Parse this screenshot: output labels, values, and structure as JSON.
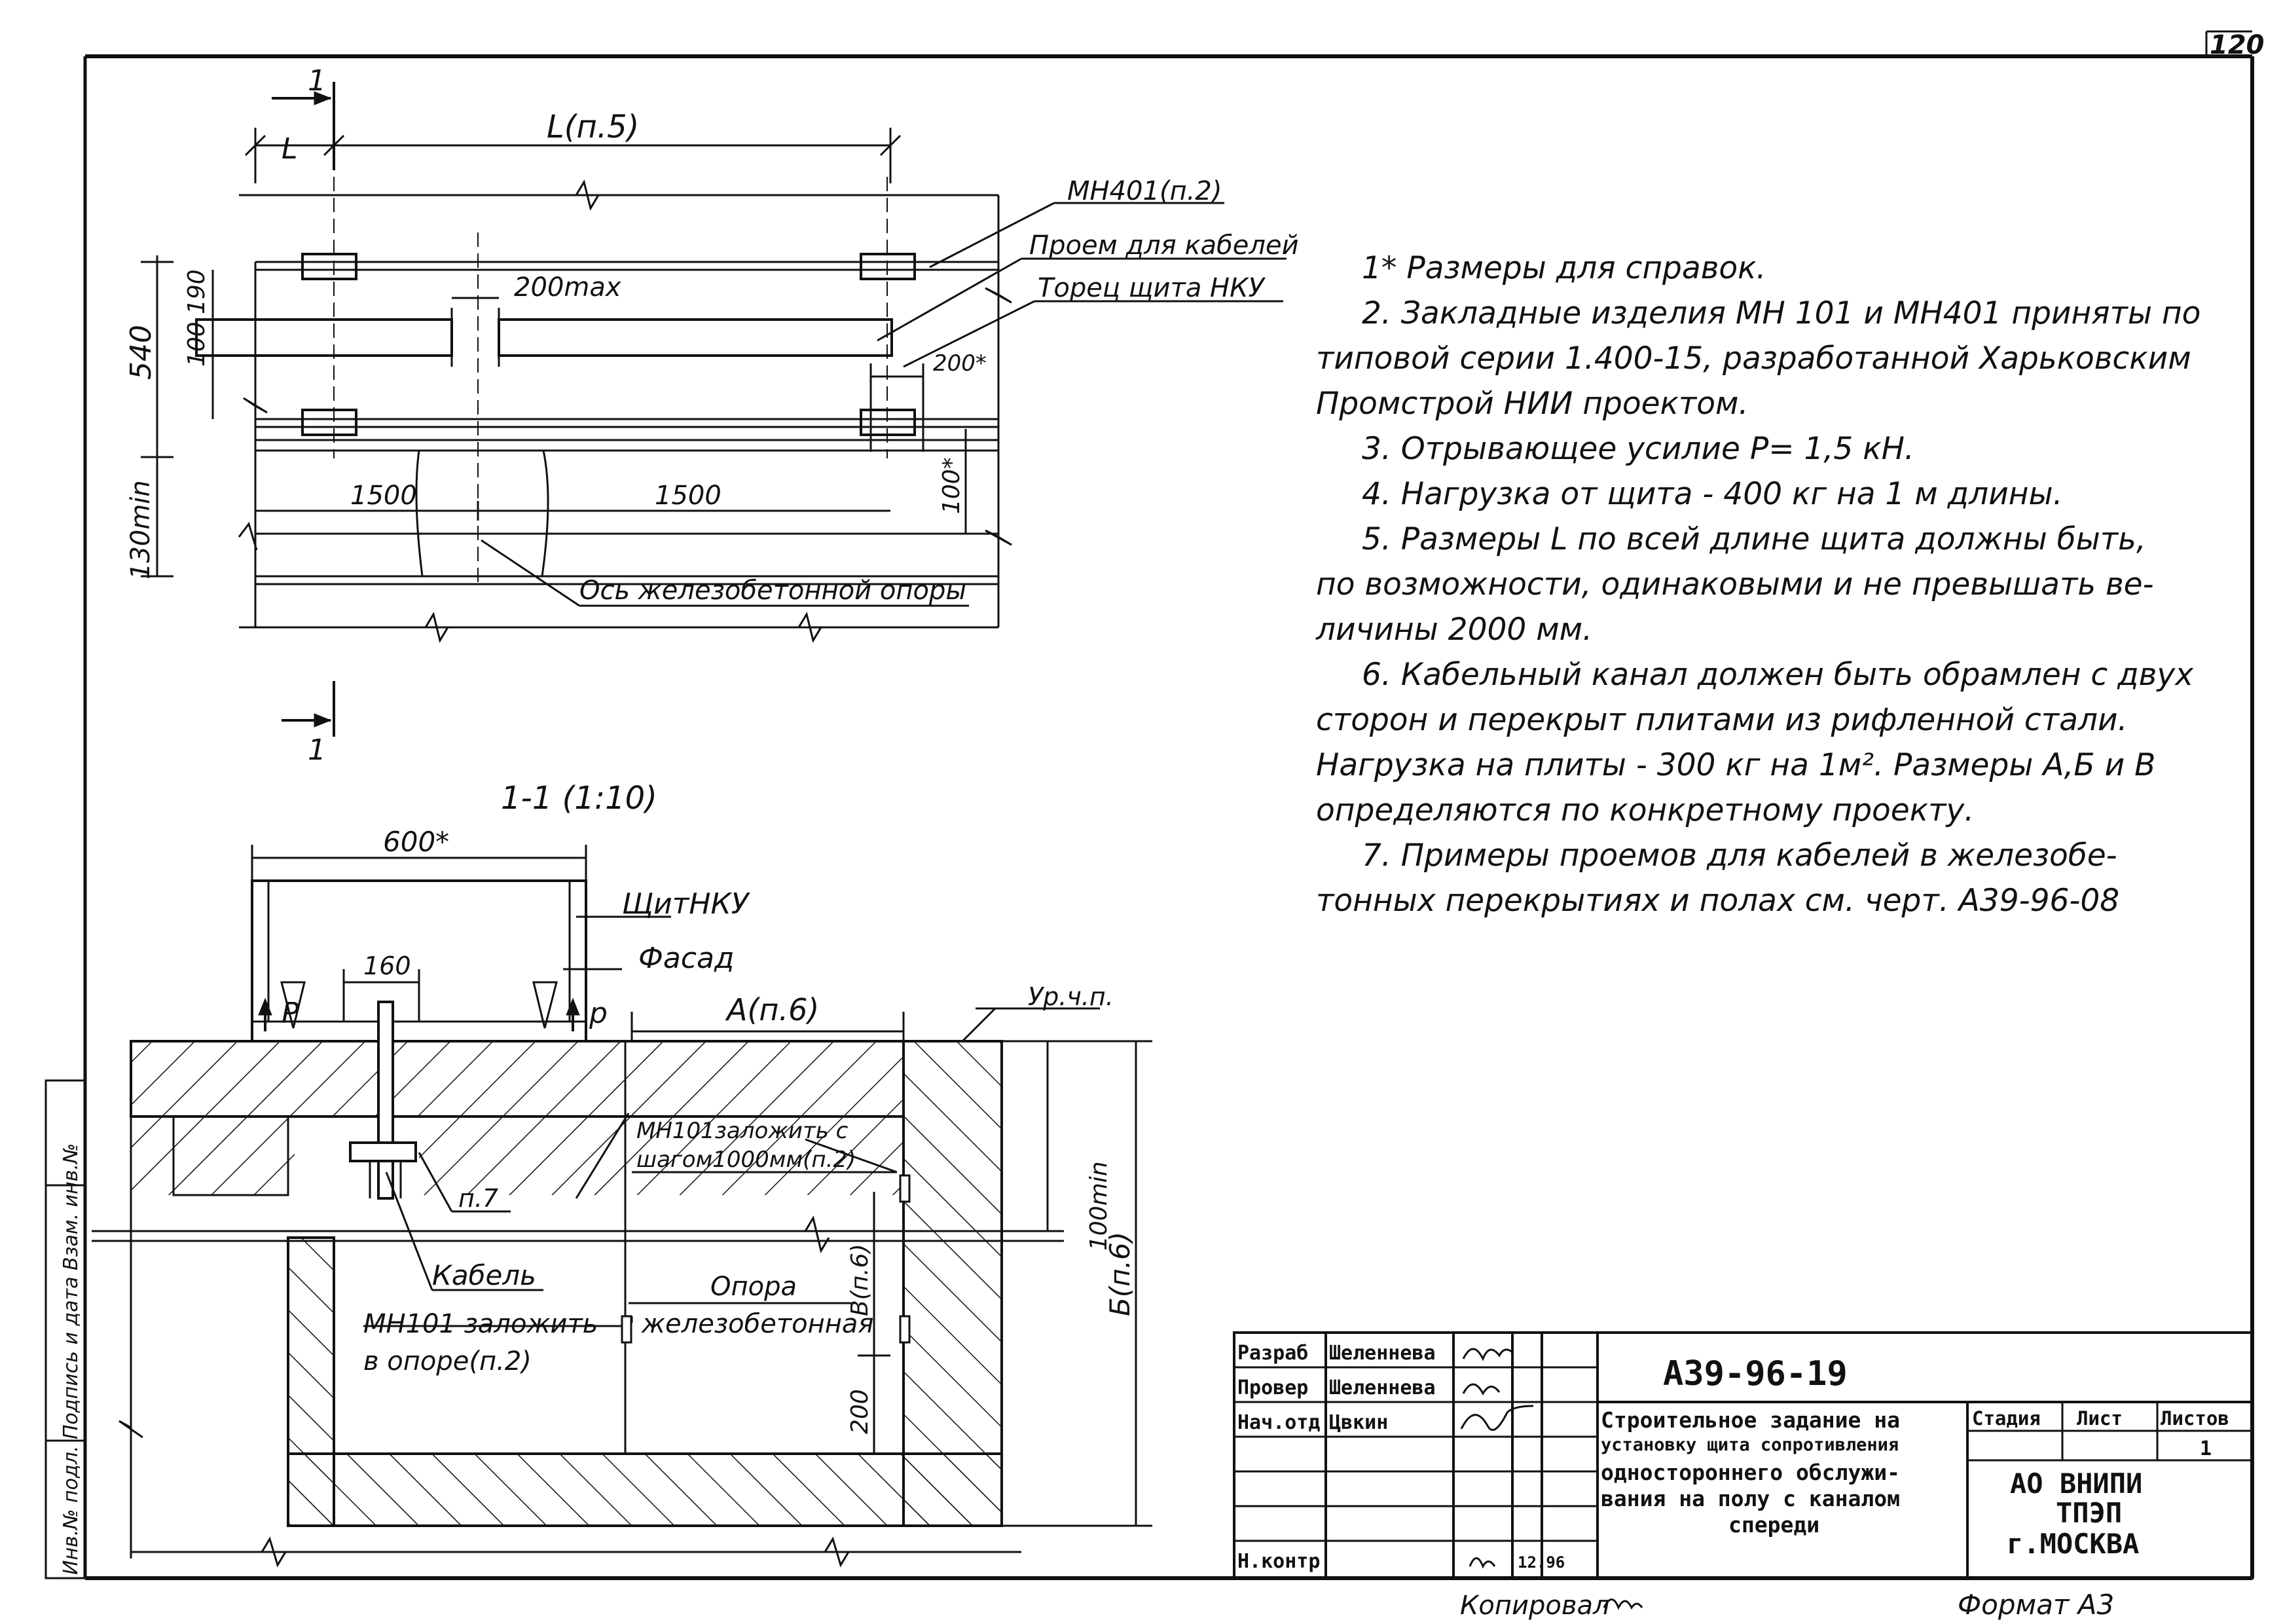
{
  "sheet_number": "120",
  "plan": {
    "section_mark": "1",
    "dim_l": "L",
    "dim_L": "L(п.5)",
    "dim_540": "540",
    "dim_100": "100",
    "dim_190": "190",
    "dim_200max": "200max",
    "dim_200star": "200*",
    "dim_130min": "130min",
    "dim_100star": "100*",
    "dim_1500_a": "1500",
    "dim_1500_b": "1500",
    "label_mn401": "МН401(п.2)",
    "label_opening": "Проем для кабелей",
    "label_panel_end": "Торец щита НКУ",
    "label_axis": "Ось железобетонной опоры"
  },
  "section": {
    "title": "1-1 (1:10)",
    "dim_600": "600*",
    "dim_160": "160",
    "dim_A": "А(п.6)",
    "label_panel": "ЩитНКУ",
    "label_facade": "Фасад",
    "label_floor": "Ур.ч.п.",
    "label_P_left": "Р",
    "label_P_right": "р",
    "label_mn101_step_1": "МН101заложить с",
    "label_mn101_step_2": "шагом1000мм(п.2)",
    "label_p7": "п.7",
    "label_cable": "Кабель",
    "label_support_1": "Опора",
    "label_support_2": "железобетонная",
    "label_mn101_support_1": "МН101 заложить",
    "label_mn101_support_2": "в опоре(п.2)",
    "dim_100min": "100min",
    "dim_B": "Б(п.6)",
    "dim_V": "В(п.6)",
    "dim_200": "200"
  },
  "notes": [
    "1* Размеры для справок.",
    "2. Закладные изделия МН 101 и МН401 приняты по",
    "типовой серии 1.400-15, разработанной Харьковским",
    "Промстрой НИИ проектом.",
    "3. Отрывающее усилие Р= 1,5 кН.",
    "4. Нагрузка от щита - 400 кг на 1 м длины.",
    "5. Размеры L по всей длине щита должны быть,",
    "по возможности, одинаковыми и не превышать ве-",
    "личины 2000 мм.",
    "6. Кабельный канал должен быть обрамлен с двух",
    "сторон и перекрыт плитами из рифленной стали.",
    "Нагрузка на плиты - 300 кг на 1м². Размеры А,Б и В",
    "определяются по конкретному проекту.",
    "7. Примеры проемов для кабелей в железобе-",
    "тонных перекрытиях и полах см. черт. А39-96-08"
  ],
  "side_stamp": "Инв.№ подл. Подпись и дата Взам. инв.№",
  "title_block": {
    "rows": [
      {
        "role": "Разраб",
        "name": "Шеленнева"
      },
      {
        "role": "Провер",
        "name": "Шеленнева"
      },
      {
        "role": "Нач.отд",
        "name": "Цвкин"
      },
      {
        "role": "",
        "name": ""
      },
      {
        "role": "",
        "name": ""
      },
      {
        "role": "",
        "name": ""
      },
      {
        "role": "Н.контр",
        "name": ""
      }
    ],
    "date": "12.96",
    "doc_code": "А39-96-19",
    "description_1": "Строительное задание на",
    "description_2": "установку щита сопротивления",
    "description_3": "одностороннего обслужи-",
    "description_4": "вания на полу с каналом",
    "description_5": "спереди",
    "col_stage": "Стадия",
    "col_sheet": "Лист",
    "col_sheets": "Листов",
    "sheets_value": "1",
    "org_1": "АО ВНИПИ",
    "org_2": "ТПЭП",
    "org_3": "г.МОСКВА"
  },
  "footer": {
    "copied": "Копировал",
    "format": "Формат А3"
  }
}
